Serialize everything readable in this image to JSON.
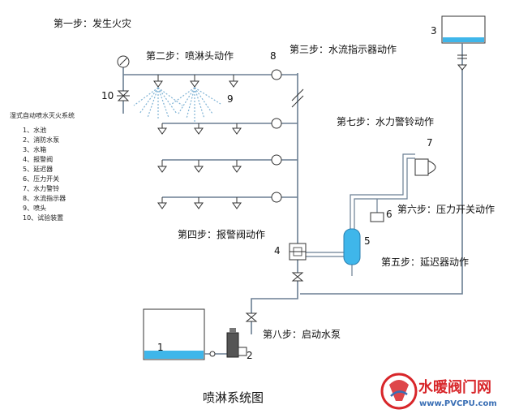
{
  "steps": {
    "s1": "第一步：发生火灾",
    "s2": "第二步：喷淋头动作",
    "s3": "第三步：水流指示器动作",
    "s4": "第四步：报警阀动作",
    "s5": "第五步：延迟器动作",
    "s6": "第六步：压力开关动作",
    "s7": "第七步：水力警铃动作",
    "s8": "第八步：启动水泵"
  },
  "numbers": {
    "n1": "1",
    "n2": "2",
    "n3": "3",
    "n4": "4",
    "n5": "5",
    "n6": "6",
    "n7": "7",
    "n8": "8",
    "n9": "9",
    "n10": "10"
  },
  "legend": {
    "title": "湿式自动喷水灭火系统",
    "items": [
      "1、水池",
      "2、消防水泵",
      "3、水箱",
      "4、报警阀",
      "5、延迟器",
      "6、压力开关",
      "7、水力警铃",
      "8、水流指示器",
      "9、喷头",
      "10、试验装置"
    ]
  },
  "caption": "喷淋系统图",
  "watermark": {
    "brand": "水暖阀门网",
    "url": "www.PVCPU.com"
  },
  "colors": {
    "pipe": "#6b7f93",
    "water": "#3fb6ea",
    "spray": "#7fb3d5",
    "tank_outline": "#333333",
    "brand_red": "#d8262a"
  }
}
